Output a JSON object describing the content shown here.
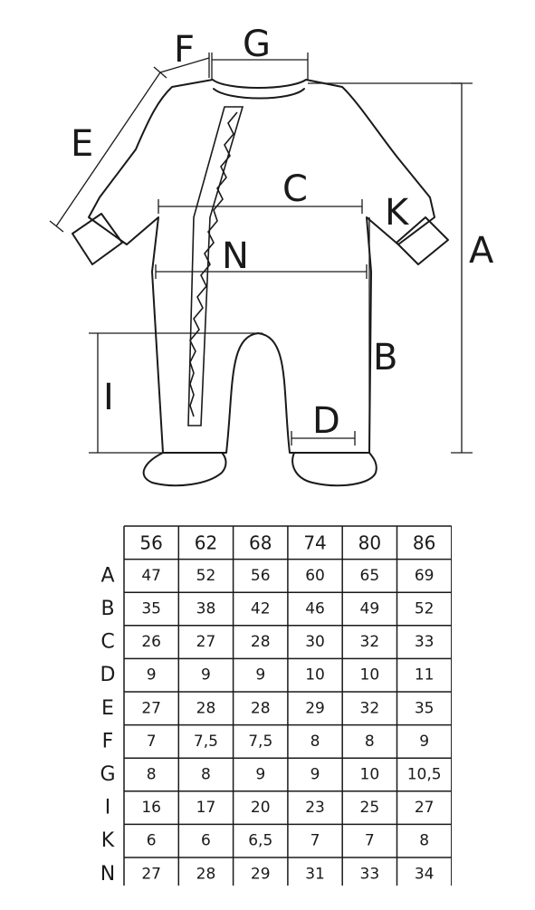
{
  "diagram": {
    "labels": {
      "A": "A",
      "B": "B",
      "C": "C",
      "D": "D",
      "E": "E",
      "F": "F",
      "G": "G",
      "I": "I",
      "K": "K",
      "N": "N"
    }
  },
  "table": {
    "sizes": [
      "56",
      "62",
      "68",
      "74",
      "80",
      "86"
    ],
    "rows": [
      {
        "label": "A",
        "values": [
          "47",
          "52",
          "56",
          "60",
          "65",
          "69"
        ]
      },
      {
        "label": "B",
        "values": [
          "35",
          "38",
          "42",
          "46",
          "49",
          "52"
        ]
      },
      {
        "label": "C",
        "values": [
          "26",
          "27",
          "28",
          "30",
          "32",
          "33"
        ]
      },
      {
        "label": "D",
        "values": [
          "9",
          "9",
          "9",
          "10",
          "10",
          "11"
        ]
      },
      {
        "label": "E",
        "values": [
          "27",
          "28",
          "28",
          "29",
          "32",
          "35"
        ]
      },
      {
        "label": "F",
        "values": [
          "7",
          "7,5",
          "7,5",
          "8",
          "8",
          "9"
        ]
      },
      {
        "label": "G",
        "values": [
          "8",
          "8",
          "9",
          "9",
          "10",
          "10,5"
        ]
      },
      {
        "label": "I",
        "values": [
          "16",
          "17",
          "20",
          "23",
          "25",
          "27"
        ]
      },
      {
        "label": "K",
        "values": [
          "6",
          "6",
          "6,5",
          "7",
          "7",
          "8"
        ]
      },
      {
        "label": "N",
        "values": [
          "27",
          "28",
          "29",
          "31",
          "33",
          "34"
        ]
      }
    ]
  }
}
